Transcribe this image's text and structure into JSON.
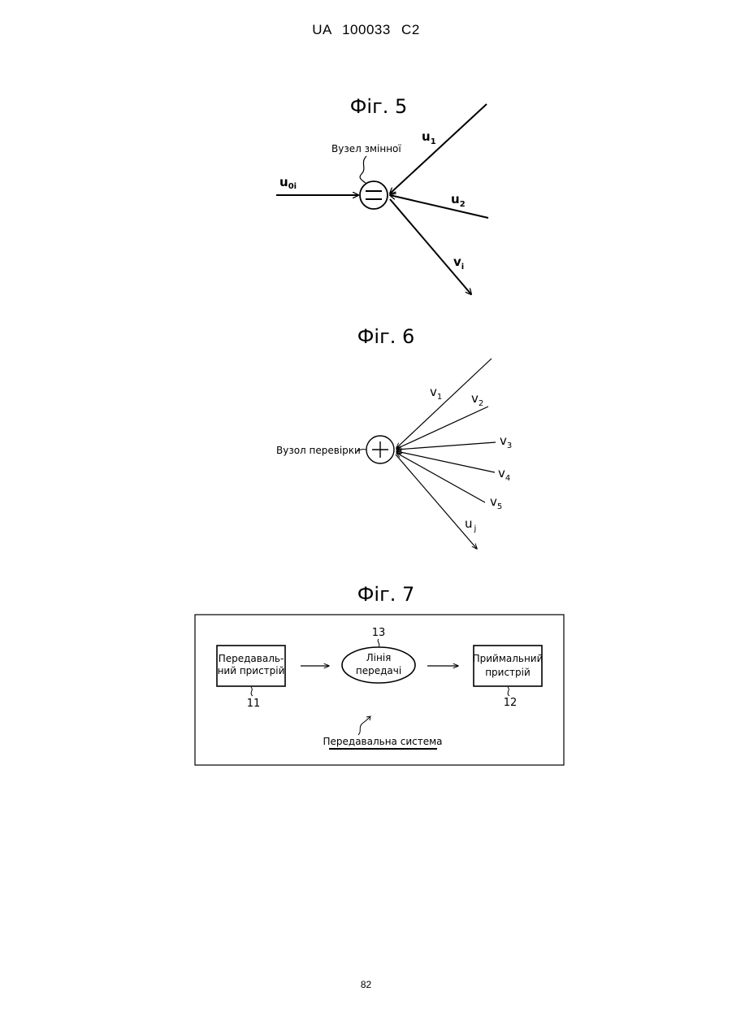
{
  "header": {
    "doc_id": "UA   100033   C2"
  },
  "page_number": "82",
  "fig5": {
    "title": "Фіг. 5",
    "node_label": "Вузел змінної",
    "node_symbol": "=",
    "in_label": "u",
    "in_sub": "0i",
    "u1": "u",
    "u1_sub": "1",
    "u2": "u",
    "u2_sub": "2",
    "out_label": "v",
    "out_sub": "i"
  },
  "fig6": {
    "title": "Фіг. 6",
    "node_label": "Вузол перевірки",
    "node_symbol": "+",
    "v1": "v",
    "v1_sub": "1",
    "v2": "v",
    "v2_sub": "2",
    "v3": "v",
    "v3_sub": "3",
    "v4": "v",
    "v4_sub": "4",
    "v5": "v",
    "v5_sub": "5",
    "out_label": "u",
    "out_sub": "j"
  },
  "fig7": {
    "title": "Фіг. 7",
    "transmitter_line1": "Передаваль-",
    "transmitter_line2": "ний пристрій",
    "transmitter_num": "11",
    "channel_line1": "Лінія",
    "channel_line2": "передачі",
    "channel_num": "13",
    "receiver_line1": "Приймальний",
    "receiver_line2": "пристрій",
    "receiver_num": "12",
    "system_label": "Передавальна система"
  }
}
